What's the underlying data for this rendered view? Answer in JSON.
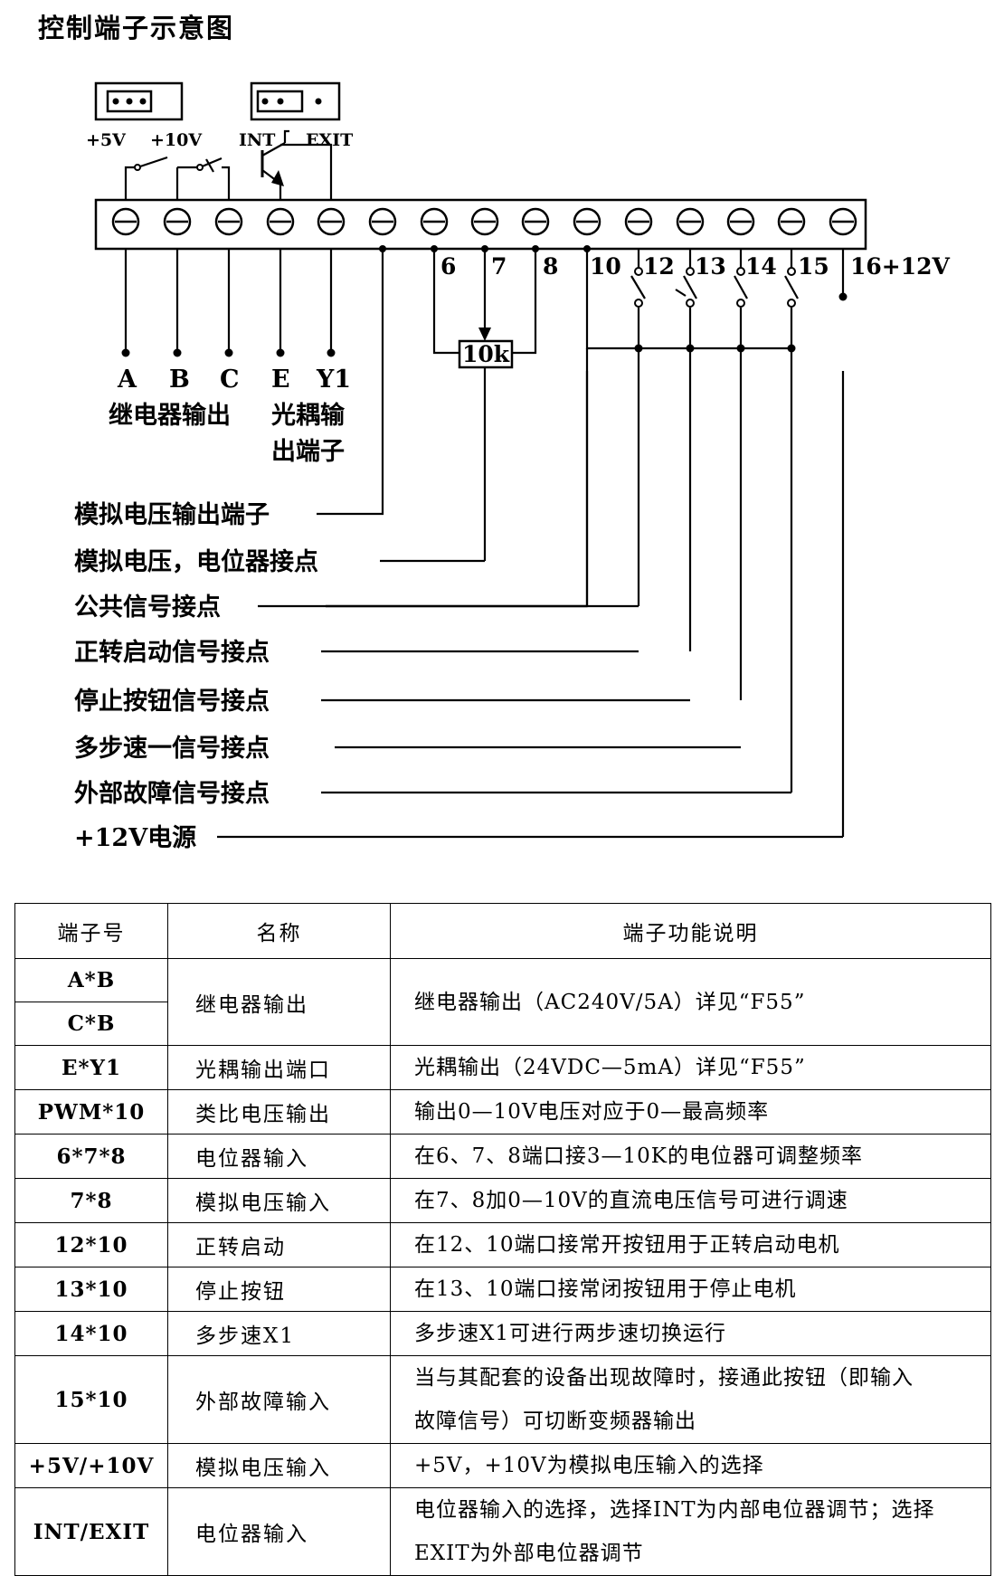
{
  "title": "控制端子示意图",
  "diagram": {
    "jumper_labels": [
      "+5V",
      "+10V",
      "INT",
      "EXIT"
    ],
    "terminal_numbers": [
      "6",
      "7",
      "8",
      "10",
      "12",
      "13",
      "14",
      "15",
      "16+12V"
    ],
    "potentiometer_label": "10k",
    "relay_letters": [
      "A",
      "B",
      "C"
    ],
    "opto_letters": [
      "E",
      "Y1"
    ],
    "relay_caption": "继电器输出",
    "opto_caption_1": "光耦输",
    "opto_caption_2": "出端子",
    "callouts": [
      "模拟电压输出端子",
      "模拟电压，电位器接点",
      "公共信号接点",
      "正转启动信号接点",
      "停止按钮信号接点",
      "多步速一信号接点",
      "外部故障信号接点",
      "+12V电源"
    ]
  },
  "table": {
    "headers": [
      "端子号",
      "名称",
      "端子功能说明"
    ],
    "relay": {
      "terminal_a": "A*B",
      "terminal_b": "C*B",
      "name": "继电器输出",
      "desc": "继电器输出（AC240V/5A）详见“F55”"
    },
    "rows": [
      {
        "terminal": "E*Y1",
        "name": "光耦输出端口",
        "desc": "光耦输出（24VDC—5mA）详见“F55”",
        "desc2": ""
      },
      {
        "terminal": "PWM*10",
        "name": "类比电压输出",
        "desc": "输出0—10V电压对应于0—最高频率",
        "desc2": ""
      },
      {
        "terminal": "6*7*8",
        "name": "电位器输入",
        "desc": "在6、7、8端口接3—10K的电位器可调整频率",
        "desc2": ""
      },
      {
        "terminal": "7*8",
        "name": "模拟电压输入",
        "desc": "在7、8加0—10V的直流电压信号可进行调速",
        "desc2": ""
      },
      {
        "terminal": "12*10",
        "name": "正转启动",
        "desc": "在12、10端口接常开按钮用于正转启动电机",
        "desc2": ""
      },
      {
        "terminal": "13*10",
        "name": "停止按钮",
        "desc": "在13、10端口接常闭按钮用于停止电机",
        "desc2": ""
      },
      {
        "terminal": "14*10",
        "name": "多步速X1",
        "desc": "多步速X1可进行两步速切换运行",
        "desc2": ""
      },
      {
        "terminal": "15*10",
        "name": "外部故障输入",
        "desc": "当与其配套的设备出现故障时，接通此按钮（即输入",
        "desc2": "故障信号）可切断变频器输出"
      },
      {
        "terminal": "+5V/+10V",
        "name": "模拟电压输入",
        "desc": "+5V，+10V为模拟电压输入的选择",
        "desc2": ""
      },
      {
        "terminal": "INT/EXIT",
        "name": "电位器输入",
        "desc": "电位器输入的选择，选择INT为内部电位器调节；选择",
        "desc2": "EXIT为外部电位器调节"
      }
    ]
  }
}
